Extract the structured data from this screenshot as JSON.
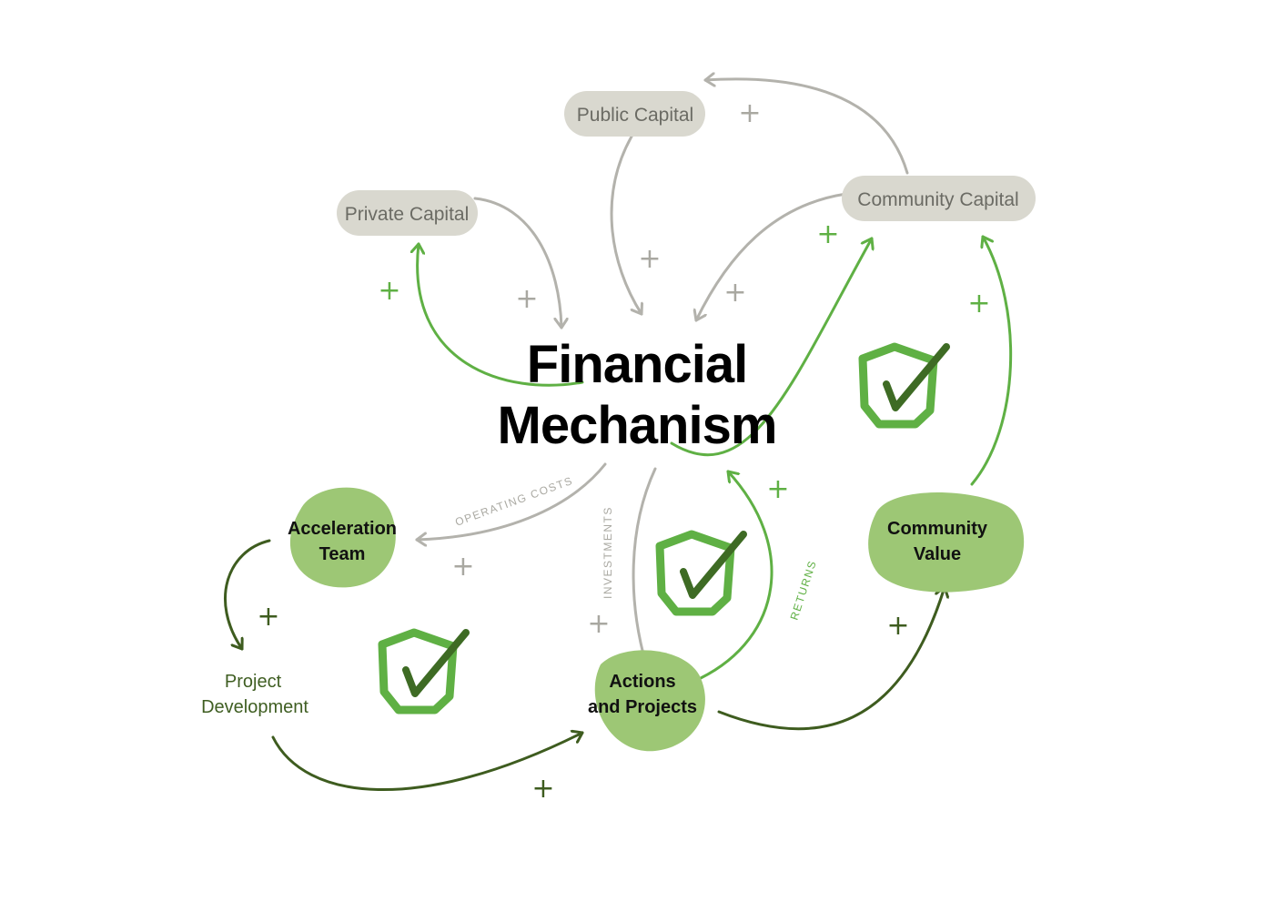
{
  "title": {
    "line1": "Financial",
    "line2": "Mechanism"
  },
  "nodes": {
    "public_capital": "Public Capital",
    "private_capital": "Private Capital",
    "community_capital": "Community Capital",
    "acceleration_team": {
      "line1": "Acceleration",
      "line2": "Team"
    },
    "project_development": {
      "line1": "Project",
      "line2": "Development"
    },
    "actions_projects": {
      "line1": "Actions",
      "line2": "and Projects"
    },
    "community_value": {
      "line1": "Community",
      "line2": "Value"
    }
  },
  "edge_labels": {
    "operating_costs": "OPERATING COSTS",
    "investments": "INVESTMENTS",
    "returns": "RETURNS"
  },
  "plus_sign": "+",
  "icons": [
    "shield-check-icon",
    "shield-check-icon",
    "shield-check-icon"
  ],
  "colors": {
    "capital_fill": "#d9d8cf",
    "capital_text": "#6b6b64",
    "node_fill": "#9dc775",
    "grey_arrow": "#b3b2ac",
    "green_arrow": "#5fb044",
    "dark_green_arrow": "#3e5c1f",
    "shield_outline": "#5fb044",
    "check_mark": "#3e6b24"
  }
}
